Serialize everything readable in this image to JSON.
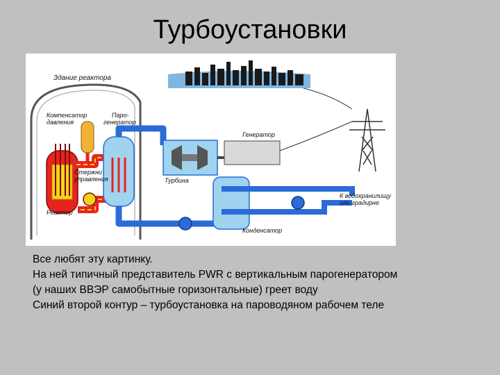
{
  "slide": {
    "title": "Турбоустановки"
  },
  "diagram": {
    "labels": {
      "building": "Здание реактора",
      "pressurizer_line1": "Компенсатор",
      "pressurizer_line2": "давления",
      "steam_gen_line1": "Паро-",
      "steam_gen_line2": "генератор",
      "generator": "Генератор",
      "control_rods_line1": "Стержни",
      "control_rods_line2": "управления",
      "turbine": "Турбина",
      "reactor": "Реактор",
      "cooling_line1": "К водохранилищу",
      "cooling_line2": "или градирне",
      "condenser": "Конденсатор"
    },
    "colors": {
      "primary_loop": "#e8231f",
      "secondary_loop": "#2a6bd8",
      "water": "#9fd3ee",
      "reactor_fuel": "#f5d21a",
      "city": "#1a1a1a",
      "background": "#c0c0c0"
    }
  },
  "caption": {
    "lines": [
      "Все любят эту картинку.",
      "На ней типичный представитель PWR с вертикальным парогенератором",
      "(у наших ВВЭР самобытные горизонтальные) греет воду",
      "Синий второй контур – турбоустановка на пароводяном рабочем теле"
    ]
  }
}
